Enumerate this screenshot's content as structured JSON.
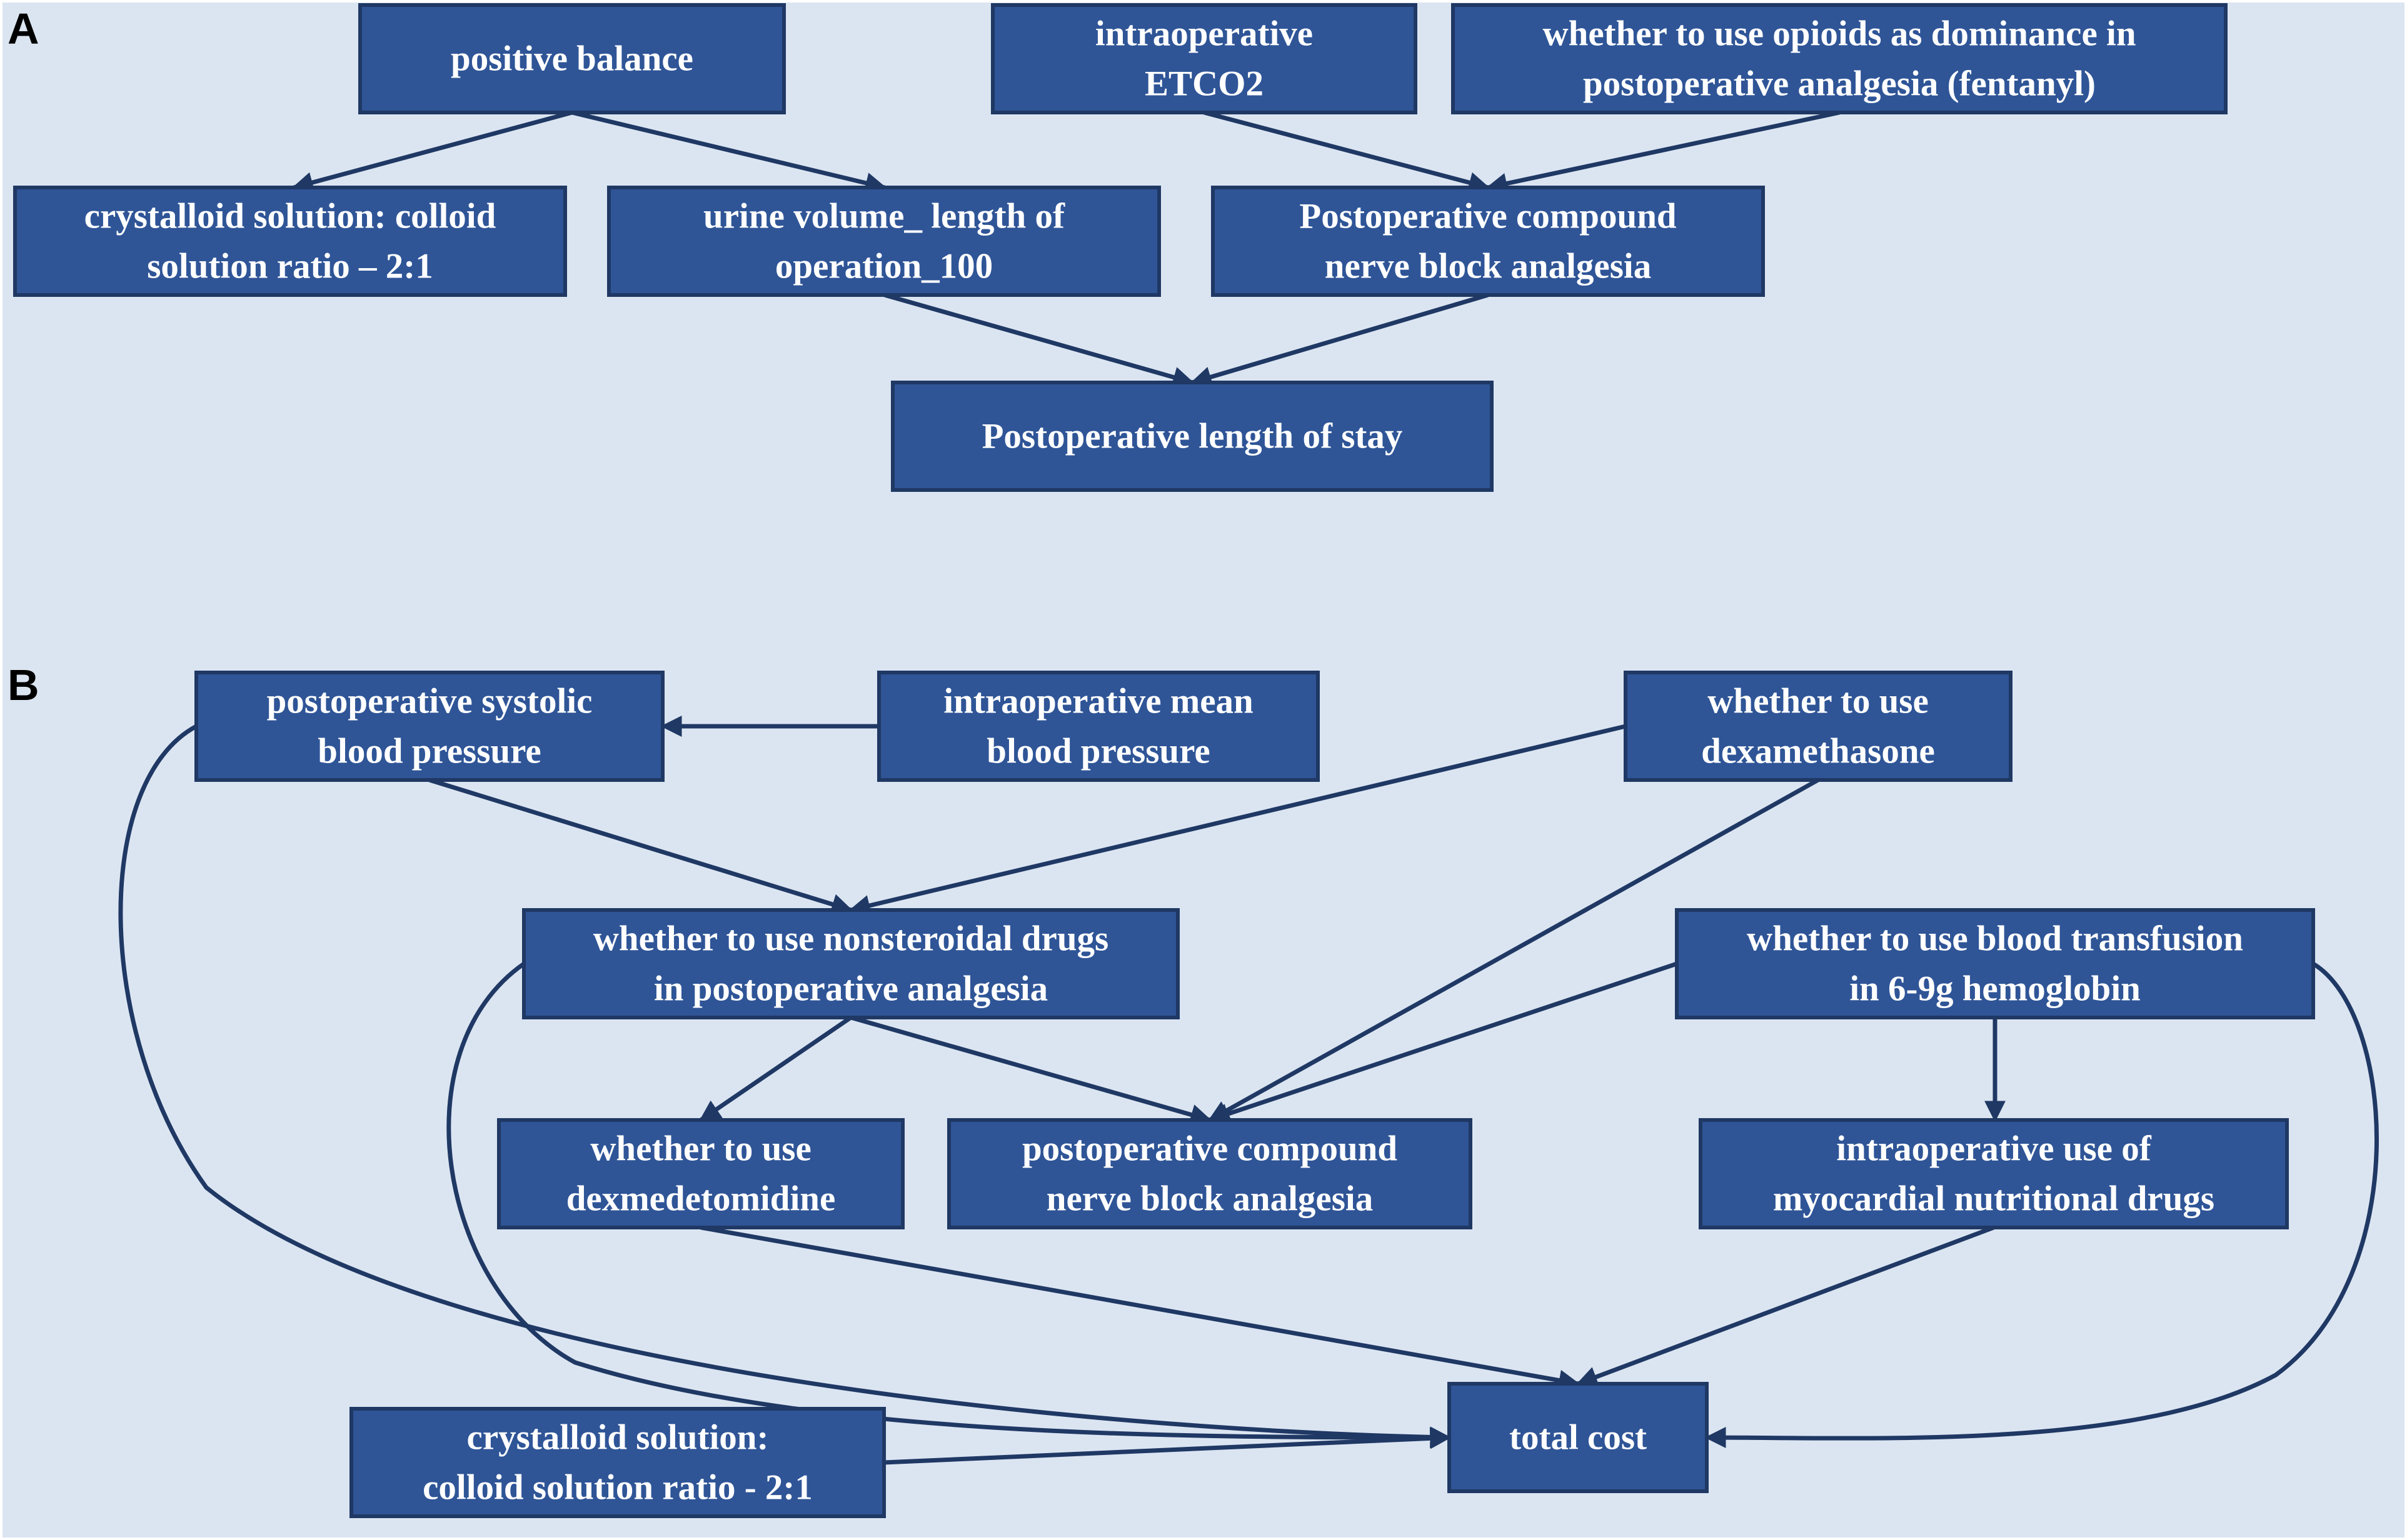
{
  "diagram": {
    "colors": {
      "background": "#dbe5f1",
      "node_fill": "#2f5597",
      "node_border": "#1f3864",
      "edge": "#1f3864",
      "node_text": "#ffffff"
    },
    "panels": [
      {
        "id": "A",
        "label": "A",
        "nodes": [
          {
            "id": "a_pos_balance",
            "lines": [
              "positive balance"
            ]
          },
          {
            "id": "a_etco2",
            "lines": [
              "intraoperative",
              "ETCO2"
            ]
          },
          {
            "id": "a_opioids",
            "lines": [
              "whether to use opioids as dominance in",
              "postoperative analgesia (fentanyl)"
            ]
          },
          {
            "id": "a_crystalloid",
            "lines": [
              "crystalloid solution: colloid",
              "solution ratio – 2:1"
            ]
          },
          {
            "id": "a_urine",
            "lines": [
              "urine volume_ length of",
              "operation_100"
            ]
          },
          {
            "id": "a_nerve_block",
            "lines": [
              "Postoperative compound",
              "nerve block analgesia"
            ]
          },
          {
            "id": "a_los",
            "lines": [
              "Postoperative length of stay"
            ]
          }
        ],
        "edges": [
          {
            "from": "a_pos_balance",
            "to": "a_crystalloid"
          },
          {
            "from": "a_pos_balance",
            "to": "a_urine"
          },
          {
            "from": "a_etco2",
            "to": "a_nerve_block"
          },
          {
            "from": "a_opioids",
            "to": "a_nerve_block"
          },
          {
            "from": "a_urine",
            "to": "a_los"
          },
          {
            "from": "a_nerve_block",
            "to": "a_los"
          }
        ]
      },
      {
        "id": "B",
        "label": "B",
        "nodes": [
          {
            "id": "b_sbp",
            "lines": [
              "postoperative systolic",
              "blood pressure"
            ]
          },
          {
            "id": "b_map",
            "lines": [
              "intraoperative mean",
              "blood pressure"
            ]
          },
          {
            "id": "b_dexa",
            "lines": [
              "whether to use",
              "dexamethasone"
            ]
          },
          {
            "id": "b_nsaid",
            "lines": [
              "whether to use nonsteroidal drugs",
              "in postoperative analgesia"
            ]
          },
          {
            "id": "b_transfusion",
            "lines": [
              "whether to use blood transfusion",
              "in 6-9g hemoglobin"
            ]
          },
          {
            "id": "b_dexmed",
            "lines": [
              "whether to use",
              "dexmedetomidine"
            ]
          },
          {
            "id": "b_nerve_block",
            "lines": [
              "postoperative compound",
              "nerve block analgesia"
            ]
          },
          {
            "id": "b_myocardial",
            "lines": [
              "intraoperative use of",
              "myocardial nutritional drugs"
            ]
          },
          {
            "id": "b_crystalloid",
            "lines": [
              "crystalloid solution:",
              "colloid solution ratio - 2:1"
            ]
          },
          {
            "id": "b_total_cost",
            "lines": [
              "total cost"
            ]
          }
        ],
        "edges": [
          {
            "from": "b_map",
            "to": "b_sbp"
          },
          {
            "from": "b_sbp",
            "to": "b_nsaid"
          },
          {
            "from": "b_dexa",
            "to": "b_nsaid"
          },
          {
            "from": "b_dexa",
            "to": "b_nerve_block"
          },
          {
            "from": "b_nsaid",
            "to": "b_dexmed"
          },
          {
            "from": "b_nsaid",
            "to": "b_nerve_block"
          },
          {
            "from": "b_transfusion",
            "to": "b_nerve_block"
          },
          {
            "from": "b_transfusion",
            "to": "b_myocardial"
          },
          {
            "from": "b_sbp",
            "to": "b_total_cost"
          },
          {
            "from": "b_nsaid",
            "to": "b_total_cost"
          },
          {
            "from": "b_dexmed",
            "to": "b_total_cost"
          },
          {
            "from": "b_myocardial",
            "to": "b_total_cost"
          },
          {
            "from": "b_transfusion",
            "to": "b_total_cost"
          },
          {
            "from": "b_crystalloid",
            "to": "b_total_cost"
          }
        ]
      }
    ]
  }
}
